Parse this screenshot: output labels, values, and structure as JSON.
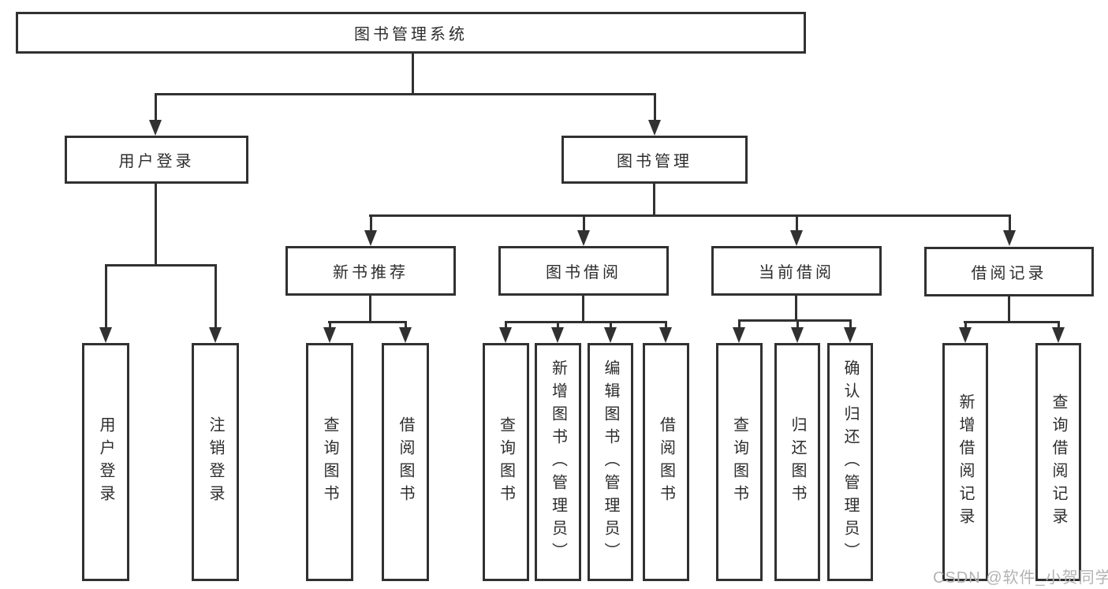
{
  "diagram": {
    "type": "tree",
    "root": {
      "label": "图书管理系统",
      "children": [
        {
          "label": "用户登录",
          "children": [
            {
              "label": "用户登录"
            },
            {
              "label": "注销登录"
            }
          ]
        },
        {
          "label": "图书管理",
          "children": [
            {
              "label": "新书推荐",
              "children": [
                {
                  "label": "查询图书"
                },
                {
                  "label": "借阅图书"
                }
              ]
            },
            {
              "label": "图书借阅",
              "children": [
                {
                  "label": "查询图书"
                },
                {
                  "label": "新增图书（管理员）"
                },
                {
                  "label": "编辑图书（管理员）"
                },
                {
                  "label": "借阅图书"
                }
              ]
            },
            {
              "label": "当前借阅",
              "children": [
                {
                  "label": "查询图书"
                },
                {
                  "label": "归还图书"
                },
                {
                  "label": "确认归还（管理员）"
                }
              ]
            },
            {
              "label": "借阅记录",
              "children": [
                {
                  "label": "新增借阅记录"
                },
                {
                  "label": "查询借阅记录"
                }
              ]
            }
          ]
        }
      ]
    }
  },
  "watermark": {
    "text": "CSDN @软件_小贺同学"
  },
  "colors": {
    "line": "#313131",
    "box_border": "#313131",
    "text": "#2d2d2d",
    "watermark": "#b3b3b3",
    "background": "#ffffff"
  }
}
